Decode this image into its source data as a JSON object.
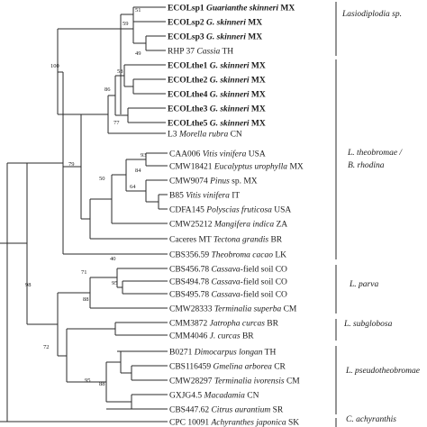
{
  "taxa": [
    {
      "id": "ECOLsp1",
      "parts": [
        {
          "t": "ECOLsp1 "
        },
        {
          "t": "Guarianthe skinneri",
          "i": true
        },
        {
          "t": " MX"
        }
      ],
      "bold": true
    },
    {
      "id": "ECOLsp2",
      "parts": [
        {
          "t": "ECOLsp2 "
        },
        {
          "t": "G. skinneri",
          "i": true
        },
        {
          "t": " MX"
        }
      ],
      "bold": true
    },
    {
      "id": "ECOLsp3",
      "parts": [
        {
          "t": "ECOLsp3 "
        },
        {
          "t": "G. skinneri",
          "i": true
        },
        {
          "t": " MX"
        }
      ],
      "bold": true
    },
    {
      "id": "RHP37",
      "parts": [
        {
          "t": "RHP 37 "
        },
        {
          "t": "Cassia",
          "i": true
        },
        {
          "t": " TH"
        }
      ],
      "bold": false
    },
    {
      "id": "ECOLthe1",
      "parts": [
        {
          "t": "ECOLthe1 "
        },
        {
          "t": "G. skinneri",
          "i": true
        },
        {
          "t": " MX"
        }
      ],
      "bold": true
    },
    {
      "id": "ECOLthe2",
      "parts": [
        {
          "t": "ECOLthe2 "
        },
        {
          "t": "G. skinneri",
          "i": true
        },
        {
          "t": " MX"
        }
      ],
      "bold": true
    },
    {
      "id": "ECOLthe4",
      "parts": [
        {
          "t": "ECOLthe4 "
        },
        {
          "t": "G. skinneri",
          "i": true
        },
        {
          "t": " MX"
        }
      ],
      "bold": true
    },
    {
      "id": "ECOLthe3",
      "parts": [
        {
          "t": "ECOLthe3 "
        },
        {
          "t": "G. skinneri",
          "i": true
        },
        {
          "t": " MX"
        }
      ],
      "bold": true
    },
    {
      "id": "ECOLthe5",
      "parts": [
        {
          "t": "ECOLthe5 "
        },
        {
          "t": "G. skinneri",
          "i": true
        },
        {
          "t": " MX"
        }
      ],
      "bold": true
    },
    {
      "id": "L3",
      "parts": [
        {
          "t": "L3 "
        },
        {
          "t": "Morella rubra",
          "i": true
        },
        {
          "t": " CN"
        }
      ],
      "bold": false
    },
    {
      "id": "CAA006",
      "parts": [
        {
          "t": "CAA006 "
        },
        {
          "t": "Vitis vinifera",
          "i": true
        },
        {
          "t": " USA"
        }
      ],
      "bold": false
    },
    {
      "id": "CMW18421",
      "parts": [
        {
          "t": "CMW18421 "
        },
        {
          "t": "Eucalyptus urophylla",
          "i": true
        },
        {
          "t": " MX"
        }
      ],
      "bold": false
    },
    {
      "id": "CMW9074",
      "parts": [
        {
          "t": "CMW9074 "
        },
        {
          "t": "Pinus",
          "i": true
        },
        {
          "t": " sp. MX"
        }
      ],
      "bold": false
    },
    {
      "id": "B85",
      "parts": [
        {
          "t": "B85 "
        },
        {
          "t": "Vitis vinifera",
          "i": true
        },
        {
          "t": " IT"
        }
      ],
      "bold": false
    },
    {
      "id": "CDFA145",
      "parts": [
        {
          "t": "CDFA145 "
        },
        {
          "t": "Polyscias fruticosa",
          "i": true
        },
        {
          "t": " USA"
        }
      ],
      "bold": false
    },
    {
      "id": "CMW25212",
      "parts": [
        {
          "t": "CMW25212 "
        },
        {
          "t": "Mangifera indica",
          "i": true
        },
        {
          "t": " ZA"
        }
      ],
      "bold": false
    },
    {
      "id": "CaceresMT",
      "parts": [
        {
          "t": "Caceres MT "
        },
        {
          "t": "Tectona grandis",
          "i": true
        },
        {
          "t": " BR"
        }
      ],
      "bold": false
    },
    {
      "id": "CBS35659",
      "parts": [
        {
          "t": "CBS356.59 "
        },
        {
          "t": "Theobroma cacao",
          "i": true
        },
        {
          "t": " LK"
        }
      ],
      "bold": false
    },
    {
      "id": "CBS45678",
      "parts": [
        {
          "t": "CBS456.78 "
        },
        {
          "t": "Cassava",
          "i": true
        },
        {
          "t": "-field soil CO"
        }
      ],
      "bold": false
    },
    {
      "id": "CBS49478",
      "parts": [
        {
          "t": "CBS494.78 "
        },
        {
          "t": "Cassava",
          "i": true
        },
        {
          "t": "-field soil CO"
        }
      ],
      "bold": false
    },
    {
      "id": "CBS49578",
      "parts": [
        {
          "t": "CBS495.78 "
        },
        {
          "t": "Cassava",
          "i": true
        },
        {
          "t": "-field soil CO"
        }
      ],
      "bold": false
    },
    {
      "id": "CMW28333",
      "parts": [
        {
          "t": "CMW28333 "
        },
        {
          "t": "Terminalia superba",
          "i": true
        },
        {
          "t": " CM"
        }
      ],
      "bold": false
    },
    {
      "id": "CMM3872",
      "parts": [
        {
          "t": "CMM3872 "
        },
        {
          "t": "Jatropha curcas",
          "i": true
        },
        {
          "t": " BR"
        }
      ],
      "bold": false
    },
    {
      "id": "CMM4046",
      "parts": [
        {
          "t": "CMM4046 "
        },
        {
          "t": "J. curcas",
          "i": true
        },
        {
          "t": " BR"
        }
      ],
      "bold": false
    },
    {
      "id": "B0271",
      "parts": [
        {
          "t": "B0271 "
        },
        {
          "t": "Dimocarpus longan",
          "i": true
        },
        {
          "t": " TH"
        }
      ],
      "bold": false
    },
    {
      "id": "CBS116459",
      "parts": [
        {
          "t": "CBS116459 "
        },
        {
          "t": "Gmelina arborea",
          "i": true
        },
        {
          "t": " CR"
        }
      ],
      "bold": false
    },
    {
      "id": "CMW28297",
      "parts": [
        {
          "t": "CMW28297 "
        },
        {
          "t": "Terminalia ivorensis",
          "i": true
        },
        {
          "t": " CM"
        }
      ],
      "bold": false
    },
    {
      "id": "GXJG45",
      "parts": [
        {
          "t": "GXJG4.5 "
        },
        {
          "t": "Macadamia",
          "i": true
        },
        {
          "t": " CN"
        }
      ],
      "bold": false
    },
    {
      "id": "CBS44762",
      "parts": [
        {
          "t": "CBS447.62 "
        },
        {
          "t": "Citrus aurantium",
          "i": true
        },
        {
          "t": " SR"
        }
      ],
      "bold": false
    },
    {
      "id": "CPC10091",
      "parts": [
        {
          "t": "CPC 10091 "
        },
        {
          "t": "Achyranthes japonica",
          "i": true
        },
        {
          "t": " SK"
        }
      ],
      "bold": false
    }
  ],
  "bootstrap": [
    "51",
    "59",
    "49",
    "100",
    "58",
    "86",
    "77",
    "93",
    "84",
    "64",
    "50",
    "79",
    "40",
    "95",
    "88",
    "71",
    "98",
    "88",
    "72",
    "95"
  ],
  "groups": [
    {
      "lines": [
        "Lasiodiplodia sp."
      ]
    },
    {
      "lines": [
        "L. theobromae /",
        "B. rhodina"
      ]
    },
    {
      "lines": [
        "L. parva"
      ]
    },
    {
      "lines": [
        "L. subglobosa"
      ]
    },
    {
      "lines": [
        "L. pseudotheobromae"
      ]
    },
    {
      "lines": [
        "C. achyranthis"
      ]
    }
  ]
}
